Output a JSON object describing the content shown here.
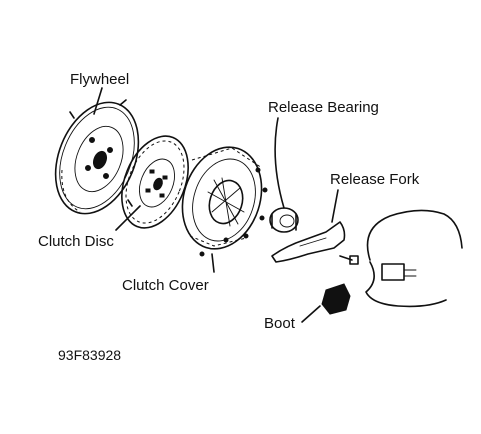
{
  "labels": {
    "flywheel": "Flywheel",
    "release_bearing": "Release Bearing",
    "release_fork": "Release Fork",
    "clutch_disc": "Clutch Disc",
    "clutch_cover": "Clutch Cover",
    "boot": "Boot"
  },
  "figure_id": "93F83928",
  "colors": {
    "ink": "#111111",
    "background": "#ffffff"
  }
}
